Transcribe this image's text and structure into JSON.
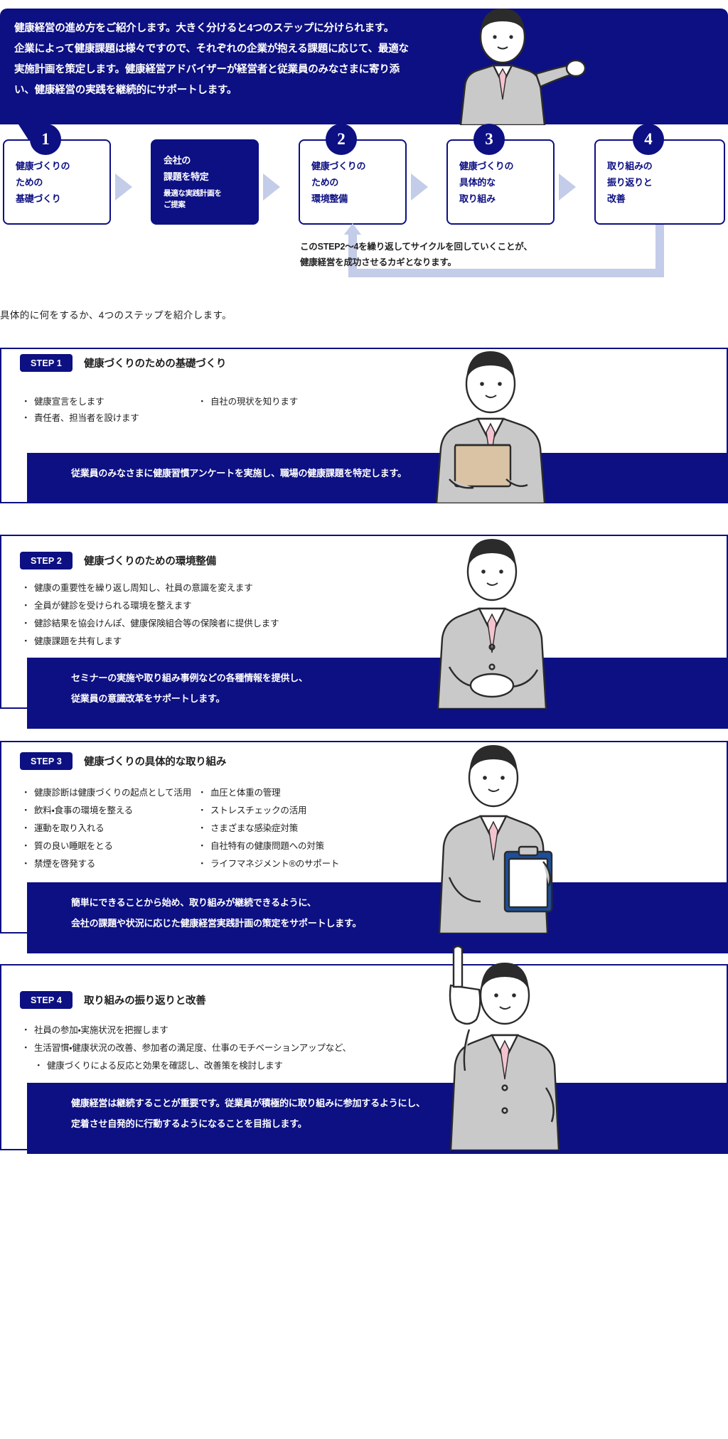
{
  "colors": {
    "navy": "#0d1082",
    "light_blue": "#c3cce8",
    "text": "#222222",
    "white": "#ffffff"
  },
  "intro": {
    "text": "健康経営の進め方をご紹介します。大きく分けると4つのステップに分けられます。\n企業によって健康課題は様々ですので、それぞれの企業が抱える課題に応じて、最適な\n実施計画を策定します。健康経営アドバイザーが経営者と従業員のみなさまに寄り添\nい、健康経営の実践を継続的にサポートします。"
  },
  "flow": {
    "boxes": [
      {
        "number": "1",
        "label": "健康づくりの\nための\n基礎づくり",
        "sub": "",
        "filled": false
      },
      {
        "number": "",
        "label": "会社の\n課題を特定",
        "sub": "最適な実践計画を\nご提案",
        "filled": true
      },
      {
        "number": "2",
        "label": "健康づくりの\nための\n環境整備",
        "sub": "",
        "filled": false
      },
      {
        "number": "3",
        "label": "健康づくりの\n具体的な\n取り組み",
        "sub": "",
        "filled": false
      },
      {
        "number": "4",
        "label": "取り組みの\n振り返りと\n改善",
        "sub": "",
        "filled": false
      }
    ],
    "cycle_note": "このSTEP2〜4を繰り返してサイクルを回していくことが、\n健康経営を成功させるカギとなります。"
  },
  "lead": "具体的に何をするか、4つのステップを紹介します。",
  "steps": [
    {
      "badge": "STEP 1",
      "title": "健康づくりのための基礎づくり",
      "bullets_left": [
        "健康宣言をします",
        "責任者、担当者を設けます"
      ],
      "bullets_right": [
        "自社の現状を知ります"
      ],
      "callout": "従業員のみなさまに健康習慣アンケートを実施し、職場の健康課題を特定します。"
    },
    {
      "badge": "STEP 2",
      "title": "健康づくりのための環境整備",
      "bullets_left": [
        "健康の重要性を繰り返し周知し、社員の意識を変えます",
        "全員が健診を受けられる環境を整えます",
        "健診結果を協会けんぽ、健康保険組合等の保険者に提供します",
        "健康課題を共有します"
      ],
      "bullets_right": [],
      "callout": "セミナーの実施や取り組み事例などの各種情報を提供し、\n従業員の意識改革をサポートします。"
    },
    {
      "badge": "STEP 3",
      "title": "健康づくりの具体的な取り組み",
      "bullets_left": [
        "健康診断は健康づくりの起点として活用",
        "飲料・食事の環境を整える",
        "運動を取り入れる",
        "質の良い睡眠をとる",
        "禁煙を啓発する"
      ],
      "bullets_right": [
        "血圧と体重の管理",
        "ストレスチェックの活用",
        "さまざまな感染症対策",
        "自社特有の健康問題への対策",
        "ライフマネジメント®のサポート"
      ],
      "callout": "簡単にできることから始め、取り組みが継続できるように、\n会社の課題や状況に応じた健康経営実践計画の策定をサポートします。"
    },
    {
      "badge": "STEP 4",
      "title": "取り組みの振り返りと改善",
      "bullets_left": [
        "社員の参加・実施状況を把握します",
        "生活習慣・健康状況の改善、参加者の満足度、仕事のモチベーションアップなど、",
        "健康づくりによる反応と効果を確認し、改善策を検討します"
      ],
      "bullets_right": [],
      "callout": "健康経営は継続することが重要です。従業員が積極的に取り組みに参加するようにし、\n定着させ自発的に行動するようになることを目指します。"
    }
  ]
}
